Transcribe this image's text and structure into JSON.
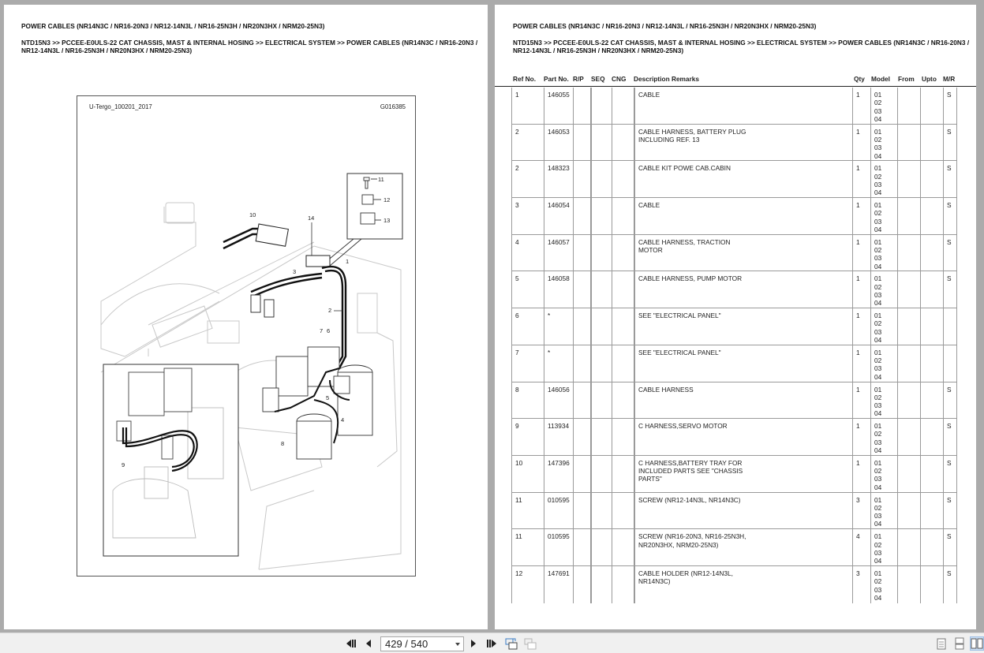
{
  "document": {
    "title": "POWER CABLES (NR14N3C / NR16-20N3 / NR12-14N3L / NR16-25N3H / NR20N3HX / NRM20-25N3)",
    "breadcrumb": "NTD15N3 >> PCCEE-E0ULS-22 CAT CHASSIS, MAST & INTERNAL HOSING >> ELECTRICAL SYSTEM >> POWER CABLES (NR14N3C / NR16-20N3 / NR12-14N3L / NR16-25N3H / NR20N3HX / NRM20-25N3)"
  },
  "diagram": {
    "source_label": "U-Tergo_100201_2017",
    "figure_id": "G016385",
    "callouts": [
      "1",
      "2",
      "3",
      "4",
      "5",
      "6",
      "7",
      "8",
      "9",
      "10",
      "11",
      "12",
      "13",
      "14"
    ]
  },
  "table": {
    "headers": {
      "ref": "Ref No.",
      "part": "Part No.",
      "rp": "R/P",
      "seq": "SEQ",
      "cng": "CNG",
      "desc": "Description Remarks",
      "qty": "Qty",
      "model": "Model",
      "from": "From",
      "upto": "Upto",
      "mr": "M/R"
    },
    "rows": [
      {
        "ref": "1",
        "part": "146055",
        "desc": "CABLE",
        "qty": "1",
        "model": "01\n02\n03\n04",
        "mr": "S"
      },
      {
        "ref": "2",
        "part": "146053",
        "desc": "CABLE HARNESS, BATTERY PLUG\nINCLUDING REF. 13",
        "qty": "1",
        "model": "01\n02\n03\n04",
        "mr": "S"
      },
      {
        "ref": "2",
        "part": "148323",
        "desc": "CABLE KIT POWE CAB.CABIN",
        "qty": "1",
        "model": "01\n02\n03\n04",
        "mr": "S"
      },
      {
        "ref": "3",
        "part": "146054",
        "desc": "CABLE",
        "qty": "1",
        "model": "01\n02\n03\n04",
        "mr": "S"
      },
      {
        "ref": "4",
        "part": "146057",
        "desc": "CABLE HARNESS, TRACTION\nMOTOR",
        "qty": "1",
        "model": "01\n02\n03\n04",
        "mr": "S"
      },
      {
        "ref": "5",
        "part": "146058",
        "desc": "CABLE HARNESS, PUMP MOTOR",
        "qty": "1",
        "model": "01\n02\n03\n04",
        "mr": "S"
      },
      {
        "ref": "6",
        "part": "*",
        "desc": " SEE \"ELECTRICAL PANEL\"",
        "qty": "1",
        "model": "01\n02\n03\n04",
        "mr": ""
      },
      {
        "ref": "7",
        "part": "*",
        "desc": " SEE \"ELECTRICAL PANEL\"",
        "qty": "1",
        "model": "01\n02\n03\n04",
        "mr": ""
      },
      {
        "ref": "8",
        "part": "146056",
        "desc": "CABLE HARNESS",
        "qty": "1",
        "model": "01\n02\n03\n04",
        "mr": "S"
      },
      {
        "ref": "9",
        "part": "113934",
        "desc": "C HARNESS,SERVO MOTOR",
        "qty": "1",
        "model": "01\n02\n03\n04",
        "mr": "S"
      },
      {
        "ref": "10",
        "part": "147396",
        "desc": "C HARNESS,BATTERY TRAY FOR\nINCLUDED PARTS SEE \"CHASSIS\nPARTS\"",
        "qty": "1",
        "model": "01\n02\n03\n04",
        "mr": "S"
      },
      {
        "ref": "11",
        "part": "010595",
        "desc": "SCREW (NR12-14N3L, NR14N3C)",
        "qty": "3",
        "model": "01\n02\n03\n04",
        "mr": "S"
      },
      {
        "ref": "11",
        "part": "010595",
        "desc": "SCREW (NR16-20N3, NR16-25N3H,\nNR20N3HX, NRM20-25N3)",
        "qty": "4",
        "model": "01\n02\n03\n04",
        "mr": "S"
      },
      {
        "ref": "12",
        "part": "147691",
        "desc": "CABLE HOLDER (NR12-14N3L,\nNR14N3C)",
        "qty": "3",
        "model": "01\n02\n03\n04",
        "mr": "S"
      }
    ]
  },
  "toolbar": {
    "page_indicator": "429 / 540",
    "current_page": 429,
    "total_pages": 540,
    "buttons": [
      "first-page",
      "previous-page",
      "next-page",
      "last-page",
      "go-back-view",
      "go-forward-view",
      "single-page-view",
      "continuous-view",
      "two-page-view"
    ],
    "active_view": "two-page-view"
  },
  "colors": {
    "background": "#ababab",
    "page": "#ffffff",
    "toolbar": "#f0f0f0",
    "active_view_highlight": "#cde0f5"
  }
}
